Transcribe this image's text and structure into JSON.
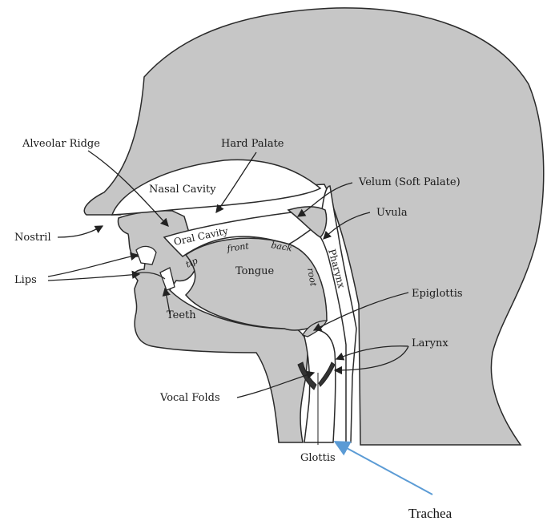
{
  "labels": {
    "alveolar_ridge": "Alveolar Ridge",
    "hard_palate": "Hard Palate",
    "nasal_cavity": "Nasal Cavity",
    "velum": "Velum (Soft Palate)",
    "uvula": "Uvula",
    "nostril": "Nostril",
    "oral_cavity": "Oral Cavity",
    "front": "front",
    "back": "back",
    "tip": "tip",
    "tongue": "Tongue",
    "root": "root",
    "pharynx": "Pharynx",
    "lips": "Lips",
    "teeth": "Teeth",
    "epiglottis": "Epiglottis",
    "larynx": "Larynx",
    "vocal_folds": "Vocal Folds",
    "glottis": "Glottis",
    "trachea": "Trachea"
  },
  "colors": {
    "tissue": "#c6c6c6",
    "outline": "#2a2a2a",
    "cavity": "#ffffff",
    "trachea_arrow": "#5b9bd5"
  }
}
